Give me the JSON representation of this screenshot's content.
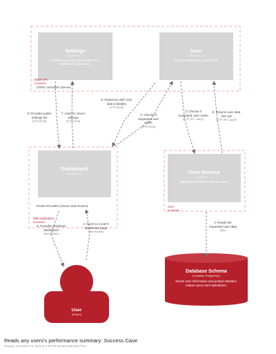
{
  "colors": {
    "container": "#d6d6d6",
    "boundary": "#f0a8ae",
    "accent": "#b5202b",
    "arrow": "#707070"
  },
  "elements": {
    "settings": {
      "title": "Settings",
      "type": "[Container: ...]",
      "description": "Provides personalization handlers for a dashboard's appearance."
    },
    "user_container": {
      "title": "User",
      "type": "[Container: ...]",
      "description": "Provides handlers for a user's data."
    },
    "dashboard": {
      "title": "Dashboard",
      "type": "[Container: ...]",
      "description": ""
    },
    "user_service": {
      "title": "User Service",
      "type": "[Container: ...]",
      "description": "Validates and initiates user use cases."
    },
    "database": {
      "title": "Database Schema",
      "type": "[Container: PostgreSQL]",
      "description": "Stores user information and posted statistics, makes syncs and replications."
    },
    "person": {
      "title": "User",
      "type": "[Person]"
    }
  },
  "boundaries": {
    "rest_api": {
      "label": "CRUD controllers (Server)",
      "tag": "REST API",
      "tag_sub": "[Container]"
    },
    "web_app": {
      "label": "Routes Providers (Server Side Routes)",
      "tag": "Web Application",
      "tag_sub": "[Container]"
    },
    "core": {
      "tag": "Core",
      "tag_sub": "[Container]"
    }
  },
  "relationships": [
    {
      "id": "r1",
      "label": "1: Goes to a user's dashboard page",
      "tech": "[Web Browser]"
    },
    {
      "id": "r2",
      "label": "2: Checks if requested user exists",
      "tech": "[HTTP/JSON]"
    },
    {
      "id": "r3",
      "label": "3: Checks if requested User exists",
      "tech": "[HTTP, RPC, AMQP]"
    },
    {
      "id": "r4",
      "label": "4: Reads the requested user data",
      "tech": "[SQL]"
    },
    {
      "id": "r5",
      "label": "5: Returns user data OR null",
      "tech": "[HTTP, RPC, AMQP]"
    },
    {
      "id": "r6",
      "label": "6: Response with User data (nullable)",
      "tech": "[HTTP/JSON]"
    },
    {
      "id": "r7",
      "label": "7: Asks for User's settings",
      "tech": "[HTTP/JSON]"
    },
    {
      "id": "r8",
      "label": "8: Provides public settings list",
      "tech": "[HTTP/JSON]"
    },
    {
      "id": "r9",
      "label": "9: Provides rendered dashboard",
      "tech": "[Web Browser]"
    }
  ],
  "footer": {
    "title": "Reads any users's performance summary: Success Case",
    "subtitle": "Monday, December 16, 2024 at 1:32 PM Samara Standard Time"
  }
}
